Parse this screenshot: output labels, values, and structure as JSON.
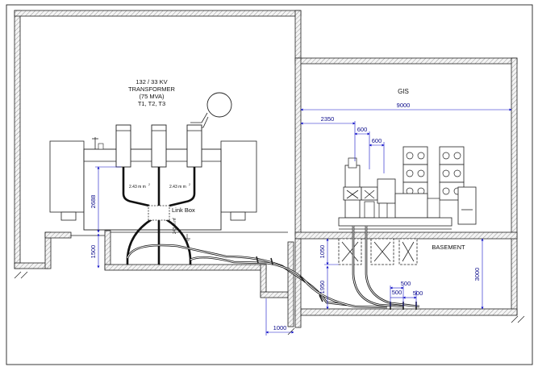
{
  "transformer": {
    "line1": "132 / 33 KV",
    "line2": "TRANSFORMER",
    "line3": "(75 MVA)",
    "line4": "T1, T2, T3",
    "cable_left": "2.43 m m",
    "cable_right": "2.43 m m",
    "cable_link": "243 m m",
    "sup": "2"
  },
  "link_box": "Link Box",
  "gis": {
    "label": "GIS",
    "basement": "BASEMENT"
  },
  "dimensions": {
    "d9000": "9000",
    "d2350": "2350",
    "d600a": "600",
    "d600b": "600",
    "d2688": "2688",
    "d1500": "1500",
    "d1050": "1050",
    "d1950": "1950",
    "d3000": "3000",
    "d1000": "1000",
    "d500a": "500",
    "d500b": "500",
    "d500c": "500"
  },
  "colors": {
    "dimension": "#1010c8",
    "line": "#222222"
  }
}
